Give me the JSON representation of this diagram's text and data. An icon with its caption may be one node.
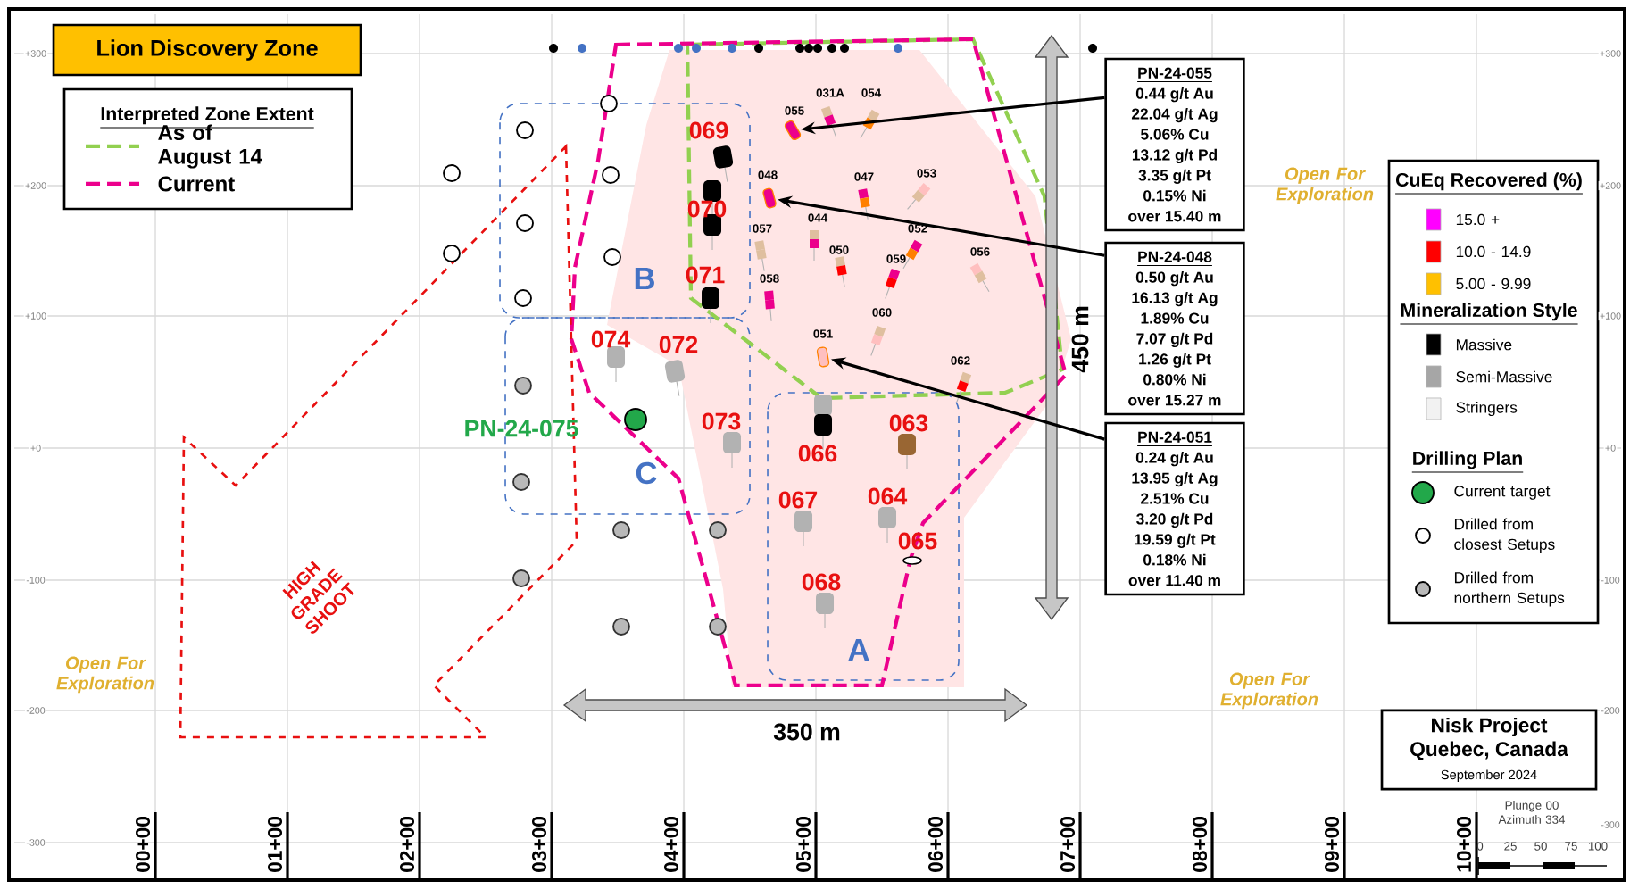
{
  "diagram": {
    "title": "Lion Discovery Zone",
    "nodes": [
      {
        "text": [
          "PN-24-055",
          "0.44 g/t Au",
          "22.04 g/t Ag",
          "5.06% Cu",
          "13.12 g/t Pd",
          "3.35 g/t Pt",
          "0.15% Ni",
          "over 15.40 m"
        ]
      },
      {
        "text": [
          "PN-24-048",
          "0.50 g/t Au",
          "16.13 g/t Ag",
          "1.89% Cu",
          "7.07 g/t Pd",
          "1.26 g/t Pt",
          "0.80% Ni",
          "over 15.27 m"
        ]
      },
      {
        "text": [
          "PN-24-051",
          "0.24 g/t Au",
          "13.95 g/t Ag",
          "2.51% Cu",
          "3.20 g/t Pd",
          "19.59 g/t Pt",
          "0.18% Ni",
          "over 11.40 m"
        ]
      },
      {
        "text": [],
        "shape": "cylinder",
        "beside": [
          "055"
        ]
      },
      {
        "text": [],
        "shape": "cylinder",
        "beside": [
          "048"
        ]
      },
      {
        "text": [],
        "shape": "cylinder",
        "beside": [
          "051"
        ]
      },
      {
        "text": [
          "Nisk Project Quebec, Canada",
          "September 2024"
        ]
      }
    ],
    "edges": [
      {
        "from": 0,
        "to": 3,
        "arrow": "to"
      },
      {
        "from": 1,
        "to": 4,
        "arrow": "to"
      },
      {
        "from": 2,
        "to": 5,
        "arrow": "to"
      }
    ],
    "labels": [
      "Interpreted Zone Extent",
      "CuEq Recovered (%)",
      "Mineralization Style",
      "Drilling Plan",
      "031A",
      "054",
      "047",
      "053",
      "057",
      "044",
      "050",
      "059",
      "052",
      "056",
      "058",
      "060",
      "062",
      "069",
      "070",
      "071",
      "074",
      "072",
      "073",
      "066",
      "063",
      "067",
      "064",
      "065",
      "068",
      "PN-24-075",
      "B",
      "C",
      "A",
      "Open For Exploration",
      "HIGH GRADE SHOOT",
      "450 m",
      "350 m",
      "Open For Exploration",
      "Open For Exploration",
      "Plunge 00 Azimuth 334",
      "0",
      "25",
      "50",
      "75",
      "100",
      "00+00",
      "01+00",
      "02+00",
      "03+00",
      "04+00",
      "05+00",
      "06+00",
      "07+00",
      "08+00",
      "09+00",
      "10+00",
      "+300",
      "+200",
      "+100",
      "+0",
      "-100",
      "-200",
      "-300",
      "+300",
      "+200",
      "+100",
      "+0",
      "-100",
      "-200",
      "-300"
    ],
    "legend": [
      {
        "text": "As of August 14"
      },
      {
        "text": "Current"
      },
      {
        "text": "15.0 +",
        "color": "#ff00ff"
      },
      {
        "text": "10.0 - 14.9",
        "color": "#ff0000"
      },
      {
        "text": "5.00 - 9.99",
        "color": "#ffc000"
      },
      {
        "text": "Massive",
        "color": "#000000"
      },
      {
        "text": "Semi-Massive",
        "color": "#a6a6a6"
      },
      {
        "text": "Stringers",
        "color": "#f2f2f2"
      },
      {
        "text": "Current target"
      },
      {
        "text": "Drilled from closest Setups"
      },
      {
        "text": "Drilled from northern Setups"
      }
    ]
  }
}
